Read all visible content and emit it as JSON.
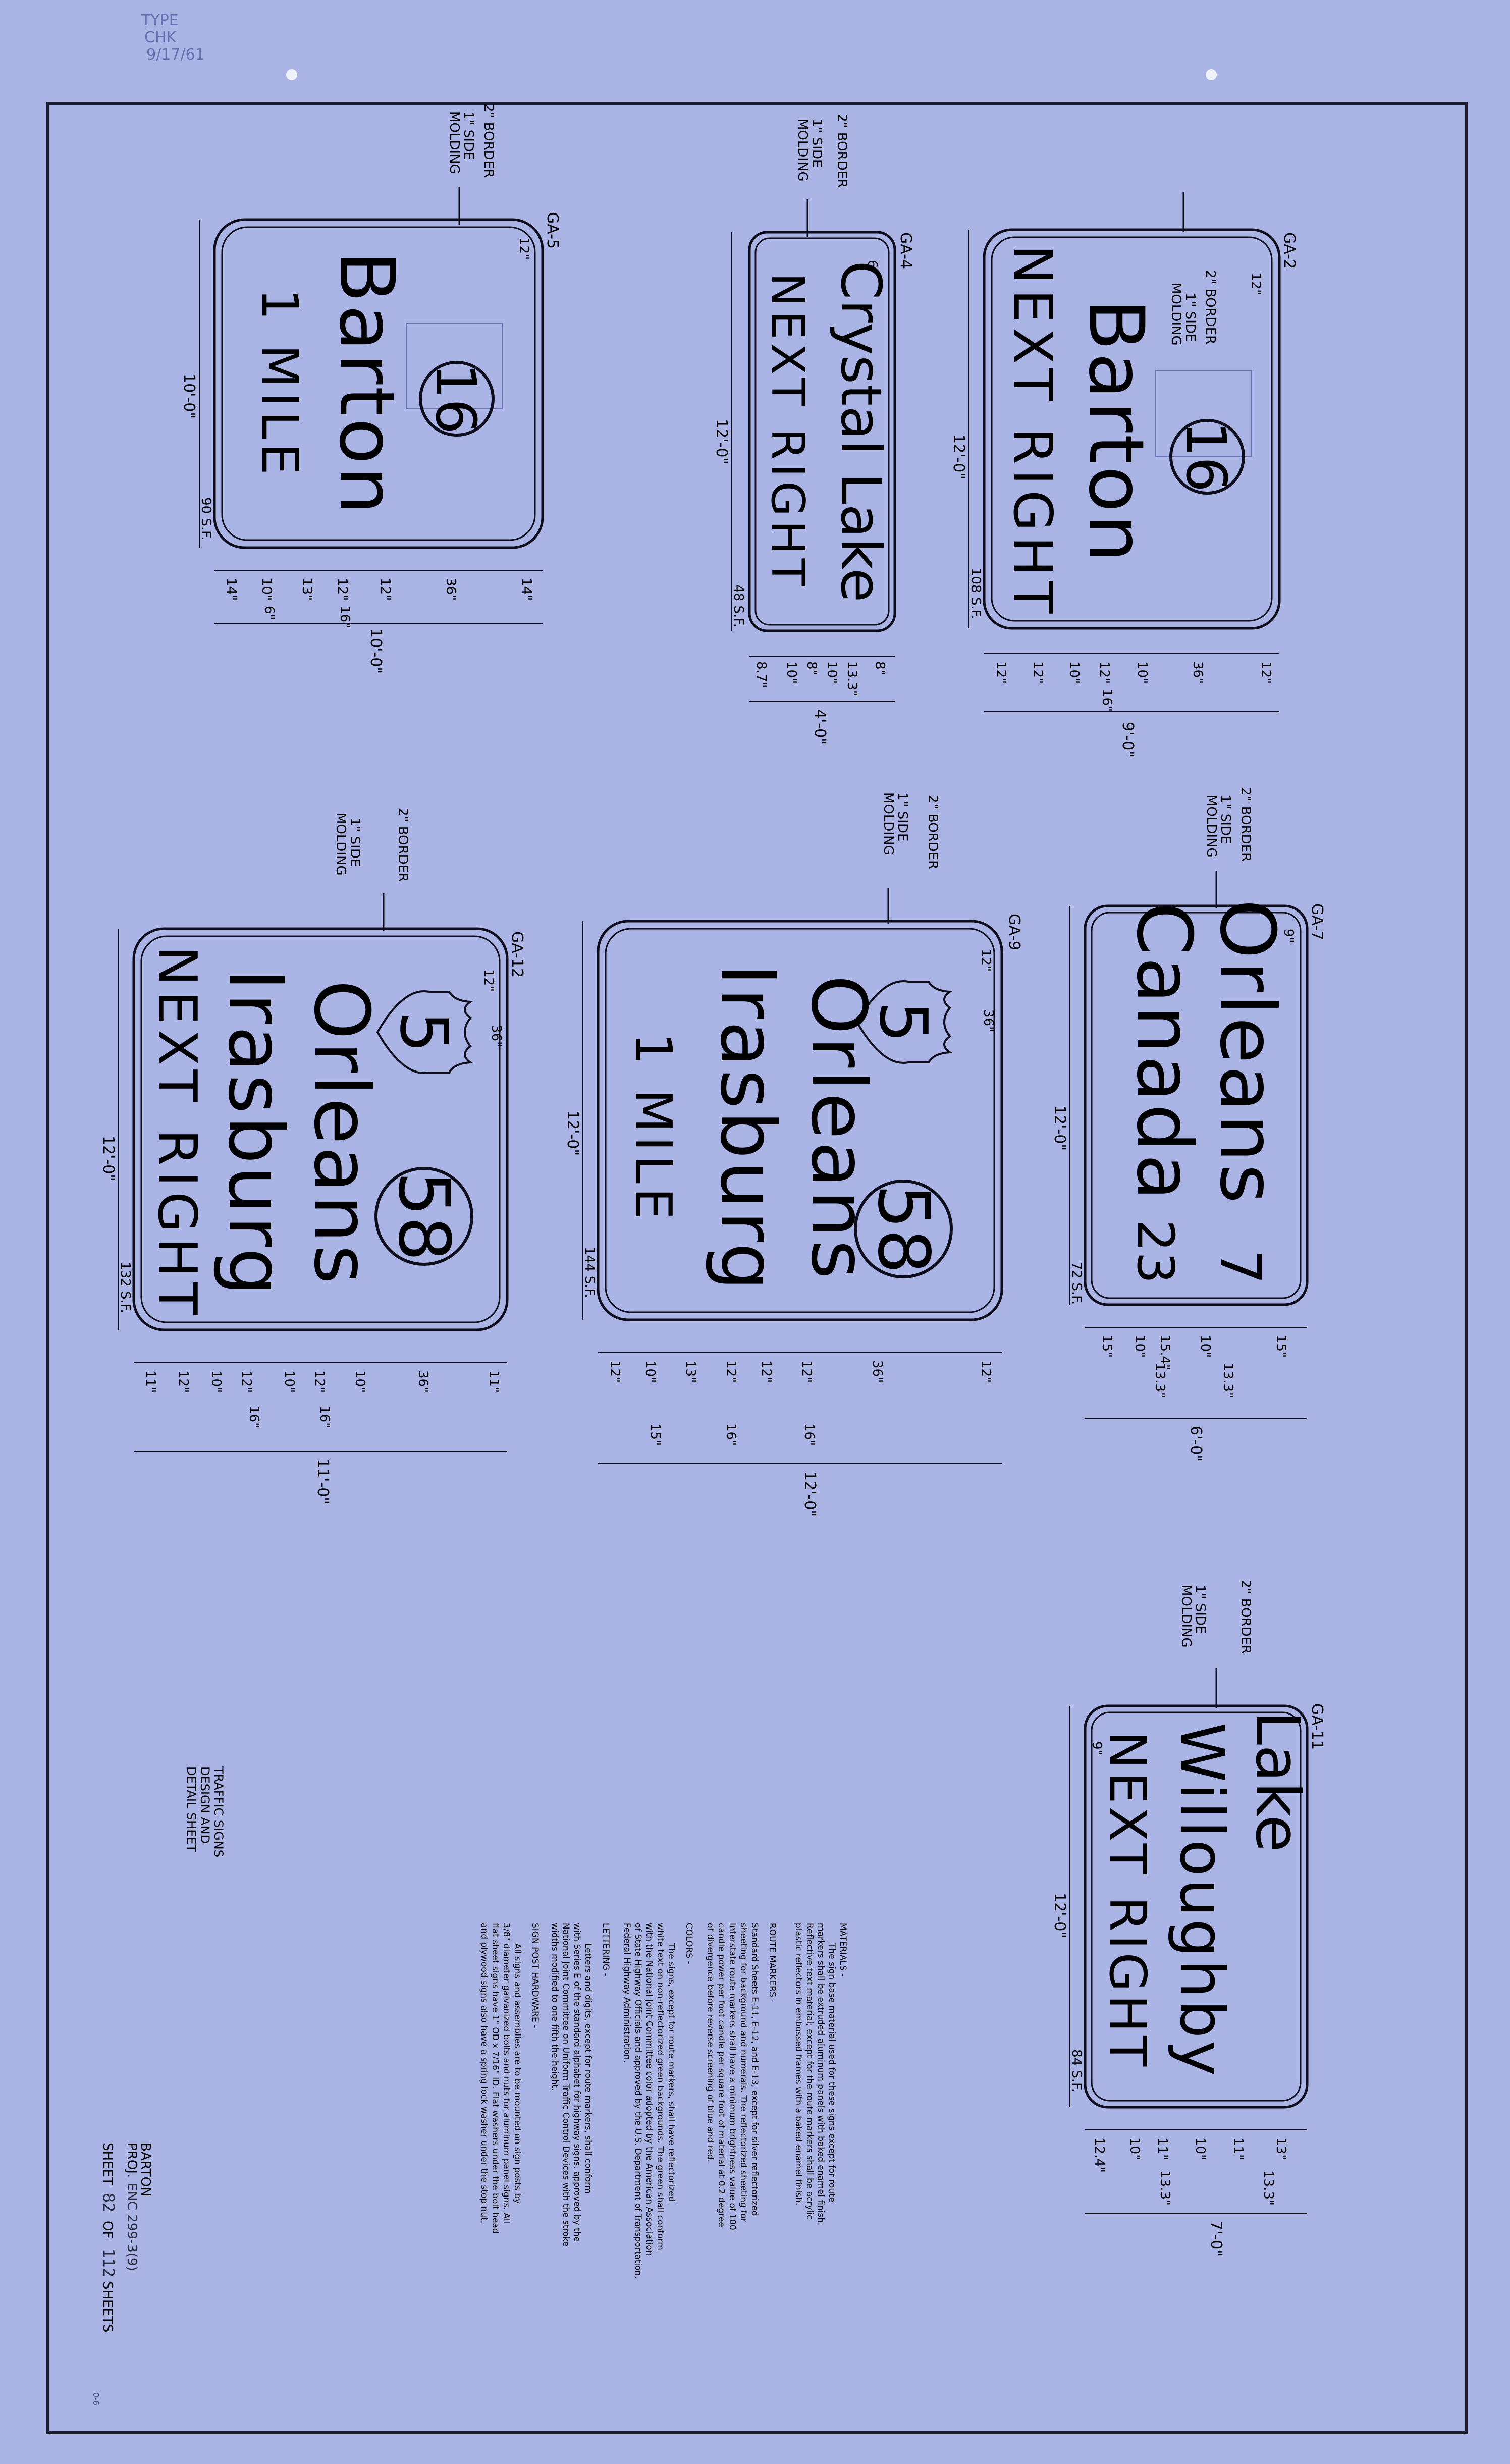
{
  "stamp": {
    "line1": "TYPE",
    "line2": "CHK",
    "line3": "9/17/61"
  },
  "signs": {
    "ga2": {
      "id": "GA-2",
      "route": "16",
      "line1": "Barton",
      "line2": "NEXT RIGHT",
      "height": "12'-0\"",
      "width": "9'-0\"",
      "sf": "108 S.F.",
      "radius": "12\"",
      "border": "2\" BORDER",
      "molding1": "1\" SIDE",
      "molding2": "MOLDING",
      "dims": [
        "12\"",
        "12\"",
        "10\"",
        "12\"",
        "16\"",
        "10\"",
        "36\"",
        "12\""
      ]
    },
    "ga4": {
      "id": "GA-4",
      "line1": "Crystal Lake",
      "line2": "NEXT RIGHT",
      "height": "12'-0\"",
      "width": "4'-0\"",
      "sf": "48 S.F.",
      "radius": "6\"",
      "border": "2\" BORDER",
      "molding1": "1\" SIDE",
      "molding2": "MOLDING",
      "dims": [
        "8.7\"",
        "10\"",
        "8\"",
        "10\"",
        "13.3\"",
        "8\""
      ]
    },
    "ga5": {
      "id": "GA-5",
      "route": "16",
      "line1": "Barton",
      "line2": "1 MILE",
      "height": "10'-0\"",
      "width": "10'-0\"",
      "sf": "90 S.F.",
      "radius": "12\"",
      "border": "2\" BORDER",
      "molding1": "1\" SIDE",
      "molding2": "MOLDING",
      "dims": [
        "14\"",
        "10\"",
        "6\"",
        "13\"",
        "12\"",
        "16\"",
        "12\"",
        "36\"",
        "14\""
      ]
    },
    "ga7": {
      "id": "GA-7",
      "line1": "Orleans",
      "line2": "Canada",
      "num1": "7",
      "num2": "23",
      "height": "12'-0\"",
      "width": "6'-0\"",
      "sf": "72 S.F.",
      "radius": "9\"",
      "border": "2\" BORDER",
      "molding1": "1\" SIDE",
      "molding2": "MOLDING",
      "dims": [
        "15\"",
        "10\"",
        "15.4\"",
        "13.3\"",
        "10\"",
        "13.3\"",
        "15\""
      ]
    },
    "ga9": {
      "id": "GA-9",
      "shield": "5",
      "route": "58",
      "line1": "Orleans",
      "line2": "Irasburg",
      "line3": "1 MILE",
      "height": "12'-0\"",
      "width": "12'-0\"",
      "sf": "144 S.F.",
      "radius": "12\"",
      "shield_dim": "36\"",
      "border": "2\" BORDER",
      "molding1": "1\" SIDE",
      "molding2": "MOLDING",
      "dims": [
        "12\"",
        "10\"",
        "15\"",
        "13\"",
        "16\"",
        "12\"",
        "12\"",
        "16\"",
        "12\"",
        "36\"",
        "12\""
      ]
    },
    "ga11": {
      "id": "GA-11",
      "line1": "Lake",
      "line2": "Willoughby",
      "line3": "NEXT RIGHT",
      "height": "12'-0\"",
      "width": "7'-0\"",
      "sf": "84 S.F.",
      "radius": "9\"",
      "border": "2\" BORDER",
      "molding1": "1\" SIDE",
      "molding2": "MOLDING",
      "dims": [
        "12.4\"",
        "10\"",
        "11\"",
        "13.3\"",
        "10\"",
        "11\"",
        "13.3\"",
        "13\""
      ]
    },
    "ga12": {
      "id": "GA-12",
      "shield": "5",
      "route": "58",
      "line1": "Orleans",
      "line2": "Irasburg",
      "line3": "NEXT RIGHT",
      "height": "12'-0\"",
      "width": "11'-0\"",
      "sf": "132 S.F.",
      "radius": "12\"",
      "shield_dim": "36\"",
      "border": "2\" BORDER",
      "molding1": "1\" SIDE",
      "molding2": "MOLDING",
      "dims": [
        "11\"",
        "12\"",
        "10\"",
        "12\"",
        "16\"",
        "10\"",
        "12\"",
        "16\"",
        "10\"",
        "36\"",
        "11\""
      ]
    }
  },
  "notes": {
    "materials_title": "MATERIALS -",
    "materials": [
      "The sign base material used for these signs except for route",
      "markers shall be extruded aluminum panels with baked enamel finish.",
      "Reflective text material; except for the route markers shall be acrylic",
      "plastic reflectors in embossed frames with a baked enamel finish."
    ],
    "route_title": "ROUTE MARKERS -",
    "route": [
      "Standard Sheets E-11, E-12, and E-13, except for silver reflectorized",
      "sheeting for background and numerals. The reflectorized sheeting for",
      "Interstate route markers shall have a minimum brightness value of 100",
      "candle power per foot candle per square foot of material at 0.2 degree",
      "of divergence before reverse screening of blue and red."
    ],
    "colors_title": "COLORS -",
    "colors": [
      "The signs, except for route markers, shall have reflectorized",
      "white text on non-reflectorized green backgrounds. The green shall conform",
      "with the National Joint Committee color adopted by the American Association",
      "of State Highway Officials and approved by the U.S. Department of Transportation,",
      "Federal Highway Administration."
    ],
    "lettering_title": "LETTERING -",
    "lettering": [
      "Letters and digits, except for route markers, shall conform",
      "with Series E of the standard alphabet for highway signs, approved by the",
      "National Joint Committee on Uniform Traffic Control Devices with the stroke",
      "widths modified to one fifth the height."
    ],
    "hardware_title": "SIGN POST HARDWARE -",
    "hardware": [
      "All signs and assemblies are to be mounted on sign posts by",
      "3/8\" diameter galvanized bolts and nuts for aluminum panel signs. All",
      "flat sheet signs have 1\" OD x 7/16\" ID. Flat washers under the bolt head",
      "and plywood signs also have a spring lock washer under the stop nut."
    ]
  },
  "title_block": {
    "title1": "TRAFFIC SIGNS",
    "title2": "DESIGN AND",
    "title3": "DETAIL SHEET",
    "town": "BARTON",
    "project_label": "PROJ.",
    "project": "ENC 299-3(9)",
    "sheet_prefix": "SHEET",
    "sheet_no": "82",
    "sheet_of": "OF",
    "sheet_total": "112",
    "sheet_suffix": "SHEETS",
    "code": "0-6"
  }
}
